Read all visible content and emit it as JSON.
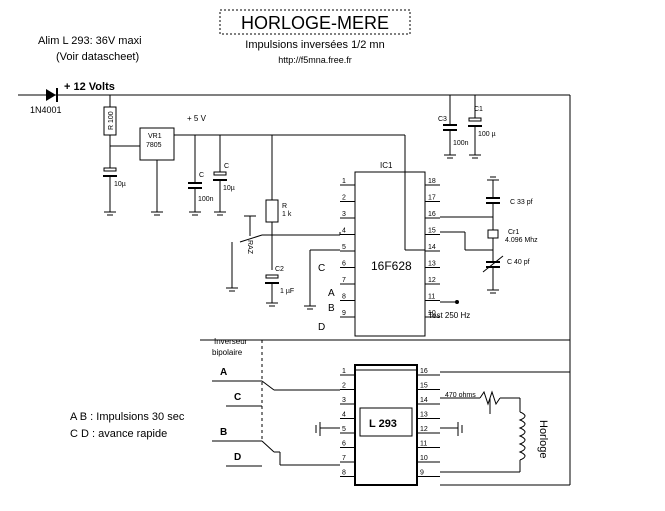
{
  "header": {
    "title": "HORLOGE-MERE",
    "subtitle": "Impulsions inversées 1/2 mn",
    "url": "http://f5mna.free.fr"
  },
  "supply": {
    "note_line1": "Alim L 293:  36V maxi",
    "note_line2": "(Voir  datascheet)",
    "rail": "+ 12 Volts",
    "plus5": "+ 5  V",
    "diode": "1N4001"
  },
  "parts": {
    "r100": "R 100",
    "vr1": "VR1",
    "vr1_type": "7805",
    "c_10u_a": "10µ",
    "c_a": "C",
    "c_100n": "100n",
    "c_b": "C",
    "c_10u_b": "10µ",
    "r1k": "R",
    "r1k_val": "1 k",
    "raz": "RAZ",
    "c2": "C2",
    "c2_val": "1 µF",
    "c3": "C3",
    "c3_val": "100n",
    "c1": "C1",
    "c1_val": "100 µ",
    "c33": "C  33 pf",
    "cr1": "Cr1",
    "xtal": "4.096 Mhz",
    "c40": "C  40 pf",
    "ohms": "470 ohms"
  },
  "ic1": {
    "ref": "IC1",
    "name": "16F628",
    "left_pins": [
      "1",
      "2",
      "3",
      "4",
      "5",
      "6",
      "7",
      "8",
      "9"
    ],
    "right_pins": [
      "18",
      "17",
      "16",
      "15",
      "14",
      "13",
      "12",
      "11",
      "10"
    ],
    "label_c": "C",
    "label_a": "A",
    "label_b": "B",
    "label_d": "D",
    "test": "Test 250 Hz"
  },
  "l293": {
    "name": "L 293",
    "left_pins": [
      "1",
      "2",
      "3",
      "4",
      "5",
      "6",
      "7",
      "8"
    ],
    "right_pins": [
      "16",
      "15",
      "14",
      "13",
      "12",
      "11",
      "10",
      "9"
    ]
  },
  "switch": {
    "title_line1": "Inverseur",
    "title_line2": "bipolaire",
    "a": "A",
    "c": "C",
    "b": "B",
    "d": "D"
  },
  "notes": {
    "line1": "A B : Impulsions 30 sec",
    "line2": "C D : avance rapide"
  },
  "coil": "Horloge"
}
